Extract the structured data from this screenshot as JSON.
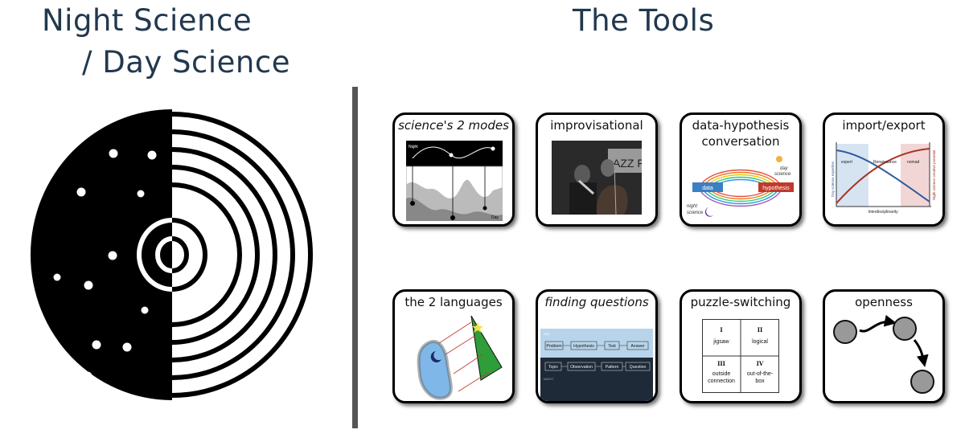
{
  "titles": {
    "left_line1": "Night Science",
    "left_line2": "/ Day Science",
    "right": "The Tools"
  },
  "colors": {
    "title": "#22384f",
    "divider": "#555555",
    "data_box": "#3b7fc4",
    "hypothesis_box": "#c0392b",
    "puzzle_triangle": "#2e9e3a",
    "moon_blob": "#7fb8e8"
  },
  "cards": [
    {
      "id": "modes",
      "title": "science's 2 modes",
      "italic": true,
      "inner": {
        "top_label": "Night",
        "bottom_label": "Day"
      }
    },
    {
      "id": "improv",
      "title": "improvisational",
      "italic": false,
      "inner": {
        "banner": "AZZ F"
      }
    },
    {
      "id": "datahyp",
      "title": "data-hypothesis",
      "title2": "conversation",
      "italic": false,
      "inner": {
        "box_left": "data",
        "box_right": "hypothesis",
        "sun_label": "day",
        "sun_label2": "science",
        "moon_label": "night",
        "moon_label2": "science"
      }
    },
    {
      "id": "importexport",
      "title": "import/export",
      "italic": false,
      "inner": {
        "left_axis": "Day science expertise",
        "right_axis": "Night science creative potential",
        "x_axis": "Interdisciplinarity",
        "zones": [
          "expert",
          "Renaissance",
          "nomad"
        ]
      }
    },
    {
      "id": "languages",
      "title": "the 2 languages",
      "italic": false,
      "inner": {}
    },
    {
      "id": "questions",
      "title": "finding questions",
      "italic": true,
      "inner": {
        "day_tag": "DAY",
        "night_tag": "NIGHT",
        "top_row": [
          "Problem",
          "Hypothesis",
          "Test",
          "Answer"
        ],
        "bottom_row": [
          "Topic",
          "Observation",
          "Pattern",
          "Question"
        ]
      }
    },
    {
      "id": "puzzle",
      "title": "puzzle-switching",
      "italic": false,
      "inner": {
        "cells": [
          {
            "numeral": "I",
            "label": "jigsaw"
          },
          {
            "numeral": "II",
            "label": "logical"
          },
          {
            "numeral": "III",
            "label": "outside",
            "label2": "connection"
          },
          {
            "numeral": "IV",
            "label": "out-of-the-",
            "label2": "box"
          }
        ]
      }
    },
    {
      "id": "openness",
      "title": "openness",
      "italic": false,
      "inner": {}
    }
  ]
}
